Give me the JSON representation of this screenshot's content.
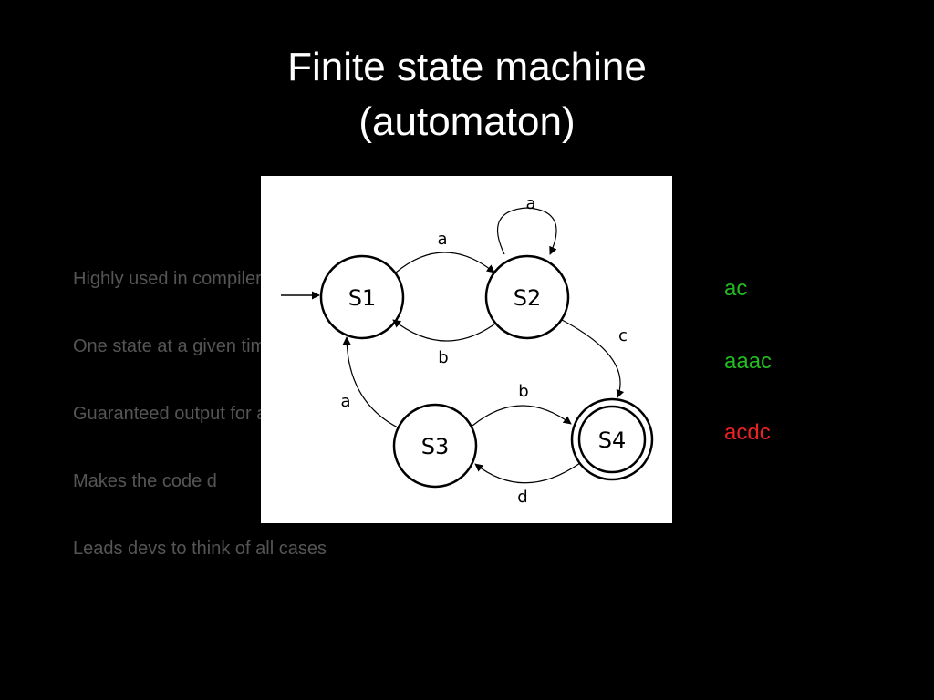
{
  "title": {
    "line1": "Finite state machine",
    "line2": "(automaton)"
  },
  "bullets": [
    "Highly used in compilers, parsers and regular expressions syntax",
    "One state at a given time",
    "Guaranteed output for a given input",
    "Makes the code d",
    "Leads devs to think of all cases"
  ],
  "examples": [
    {
      "text": "ac",
      "color": "#22bb22"
    },
    {
      "text": "aaac",
      "color": "#22bb22"
    },
    {
      "text": "acdc",
      "color": "#ee2222"
    }
  ],
  "diagram": {
    "states": {
      "s1": "S1",
      "s2": "S2",
      "s3": "S3",
      "s4": "S4"
    },
    "accepting_state": "S4",
    "start_state": "S1",
    "transitions": {
      "s1_s2": "a",
      "s2_s2": "a",
      "s2_s1": "b",
      "s2_s4": "c",
      "s3_s1": "a",
      "s3_s4": "b",
      "s4_s3": "d"
    }
  }
}
